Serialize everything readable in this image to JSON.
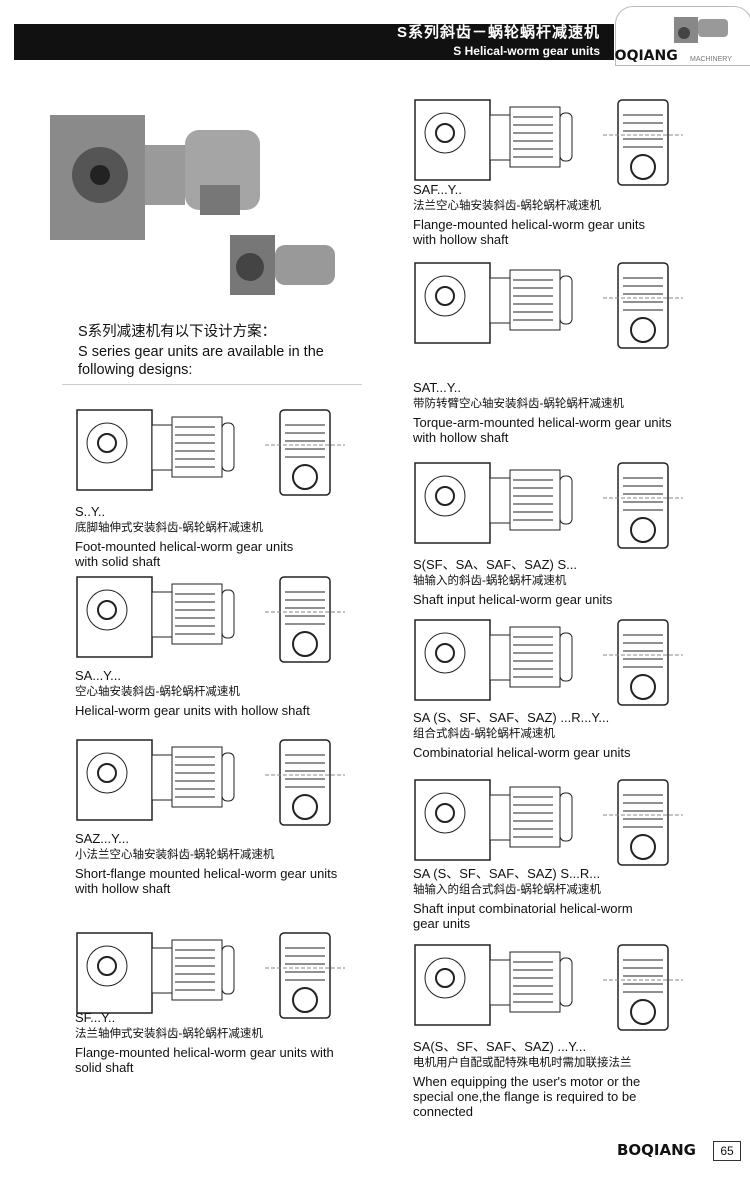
{
  "header": {
    "title_cn": "S系列斜齿－蜗轮蜗杆减速机",
    "title_en": "S Helical-worm gear units",
    "brand": "BOQIANG",
    "brand_sub": "MACHINERY"
  },
  "intro": {
    "cn": "S系列减速机有以下设计方案：",
    "en1": "S series gear units are available in the",
    "en2": "following designs:"
  },
  "left": [
    {
      "code": "S..Y..",
      "cn": "底脚轴伸式安装斜齿-蜗轮蜗杆减速机",
      "en1": "Foot-mounted helical-worm gear units",
      "en2": "with solid shaft"
    },
    {
      "code": "SA...Y...",
      "cn": "空心轴安装斜齿-蜗轮蜗杆减速机",
      "en1": "Helical-worm gear units with hollow shaft",
      "en2": ""
    },
    {
      "code": "SAZ...Y...",
      "cn": "小法兰空心轴安装斜齿-蜗轮蜗杆减速机",
      "en1": "Short-flange mounted helical-worm gear units",
      "en2": "with hollow shaft"
    },
    {
      "code": "SF...Y..",
      "cn": "法兰轴伸式安装斜齿-蜗轮蜗杆减速机",
      "en1": "Flange-mounted helical-worm gear units with",
      "en2": "solid shaft"
    }
  ],
  "right": [
    {
      "code": "SAF...Y..",
      "cn": "法兰空心轴安装斜齿-蜗轮蜗杆减速机",
      "en1": "Flange-mounted helical-worm gear units",
      "en2": "with hollow shaft"
    },
    {
      "code": "SAT...Y..",
      "cn": "带防转臂空心轴安装斜齿-蜗轮蜗杆减速机",
      "en1": "Torque-arm-mounted helical-worm gear units",
      "en2": "with hollow shaft"
    },
    {
      "code": "S(SF、SA、SAF、SAZ) S...",
      "cn": "轴输入的斜齿-蜗轮蜗杆减速机",
      "en1": "Shaft input helical-worm gear units",
      "en2": ""
    },
    {
      "code": "SA (S、SF、SAF、SAZ) ...R...Y...",
      "cn": "组合式斜齿-蜗轮蜗杆减速机",
      "en1": "Combinatorial helical-worm gear units",
      "en2": ""
    },
    {
      "code": "SA (S、SF、SAF、SAZ) S...R...",
      "cn": "轴输入的组合式斜齿-蜗轮蜗杆减速机",
      "en1": "Shaft input combinatorial helical-worm",
      "en2": "gear units"
    },
    {
      "code": "SA(S、SF、SAF、SAZ) ...Y...",
      "cn": "电机用户自配或配特殊电机时需加联接法兰",
      "en1": "When equipping the user's motor or the",
      "en2": "special one,the flange is required to be",
      "en3": "connected"
    }
  ],
  "footer": {
    "brand": "BOQIANG",
    "page": "65"
  }
}
